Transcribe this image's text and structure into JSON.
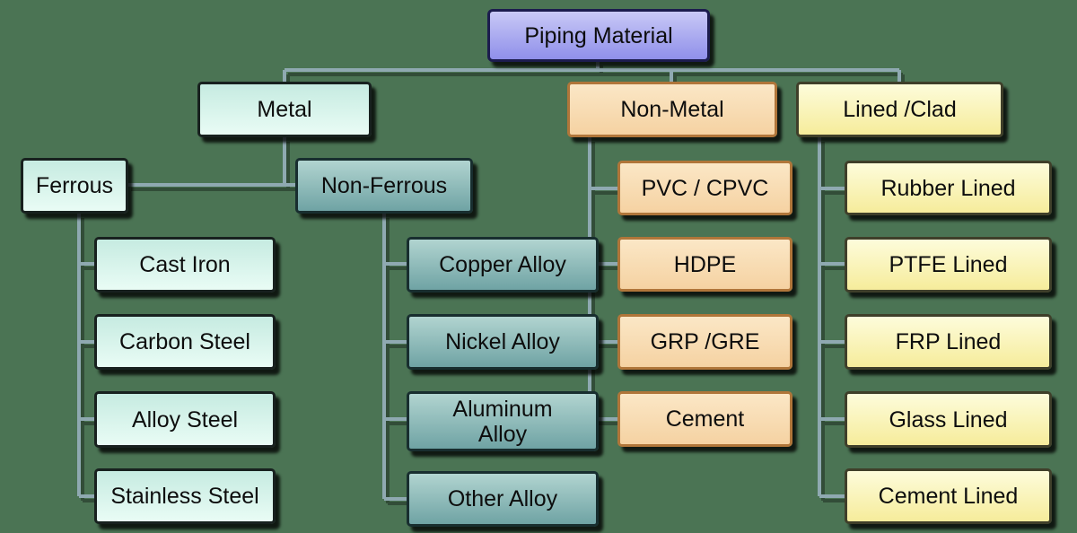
{
  "palette": {
    "background": "#4b7454",
    "connector": "#8fa9b1",
    "connector-shadow": "rgba(0,0,0,0.33)",
    "text": "#0d0d0d",
    "purple-top": "#c9c9f6",
    "purple-bottom": "#8f8fea",
    "purple-border": "#1c1c4e",
    "mint-top": "#c6ebe1",
    "mint-bottom": "#e9fcf5",
    "mint-border": "#18211f",
    "teal-top": "#b1d4d0",
    "teal-bottom": "#6fa3a4",
    "teal-border": "#182e2f",
    "orange-top": "#fbe7c6",
    "orange-bottom": "#f5d2a2",
    "orange-border": "#b0763a",
    "yellow-top": "#fdfcdb",
    "yellow-bottom": "#f6ec9b",
    "yellow-border": "#3f3f2a"
  },
  "nodes": {
    "root": "Piping Material",
    "metal": "Metal",
    "non_metal": "Non-Metal",
    "lined_clad": "Lined /Clad",
    "ferrous": "Ferrous",
    "non_ferrous": "Non-Ferrous",
    "cast_iron": "Cast Iron",
    "carbon_steel": "Carbon Steel",
    "alloy_steel": "Alloy Steel",
    "stainless_steel": "Stainless Steel",
    "copper_alloy": "Copper Alloy",
    "nickel_alloy": "Nickel Alloy",
    "aluminum_alloy": "Aluminum\nAlloy",
    "other_alloy": "Other Alloy",
    "pvc_cpvc": "PVC / CPVC",
    "hdpe": "HDPE",
    "grp_gre": "GRP /GRE",
    "cement": "Cement",
    "rubber_lined": "Rubber Lined",
    "ptfe_lined": "PTFE Lined",
    "frp_lined": "FRP Lined",
    "glass_lined": "Glass Lined",
    "cement_lined": "Cement Lined"
  },
  "hierarchy": {
    "root": "Piping Material",
    "branches": [
      {
        "label": "Metal",
        "children": [
          {
            "label": "Ferrous",
            "children": [
              "Cast Iron",
              "Carbon Steel",
              "Alloy Steel",
              "Stainless Steel"
            ]
          },
          {
            "label": "Non-Ferrous",
            "children": [
              "Copper Alloy",
              "Nickel Alloy",
              "Aluminum Alloy",
              "Other Alloy"
            ]
          }
        ]
      },
      {
        "label": "Non-Metal",
        "children": [
          "PVC / CPVC",
          "HDPE",
          "GRP /GRE",
          "Cement"
        ]
      },
      {
        "label": "Lined /Clad",
        "children": [
          "Rubber Lined",
          "PTFE Lined",
          "FRP Lined",
          "Glass Lined",
          "Cement Lined"
        ]
      }
    ]
  }
}
